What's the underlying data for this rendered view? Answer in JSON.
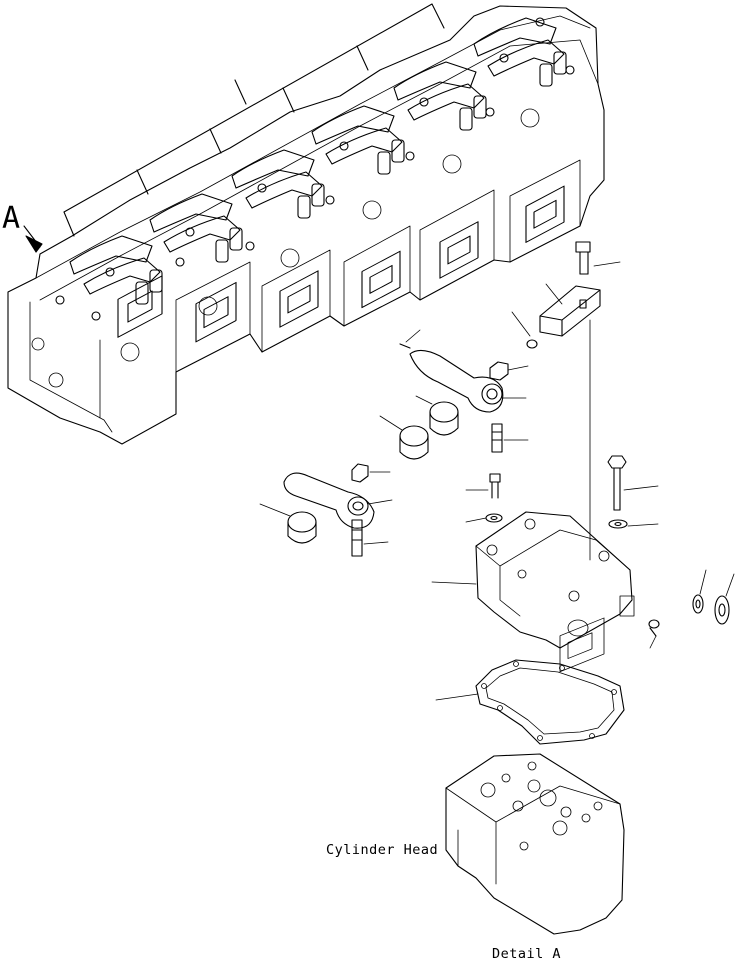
{
  "labels": {
    "view_marker": "A",
    "cylinder_head": "Cylinder Head",
    "detail": "Detail A"
  }
}
